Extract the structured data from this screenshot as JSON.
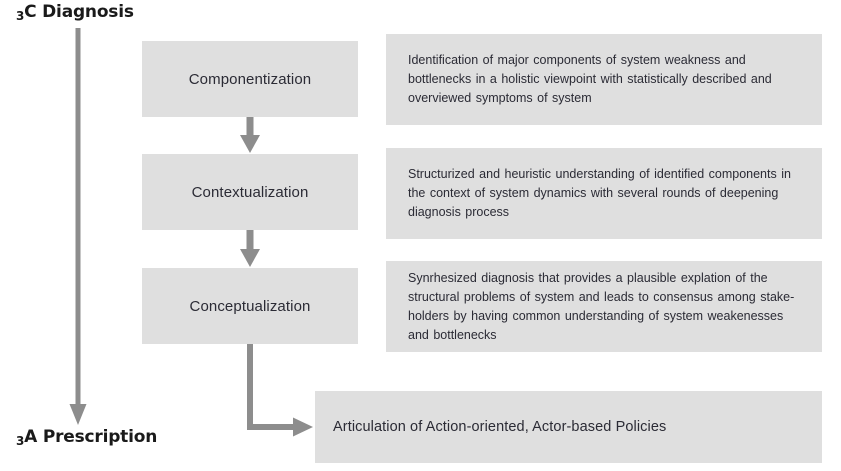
{
  "diagram": {
    "type": "flow-diagram",
    "background_color": "#ffffff",
    "box_fill_color": "#dfdfdf",
    "arrow_color": "#8d8d8d",
    "text_color": "#2b2b35",
    "phases": {
      "top": {
        "prefix": "3",
        "label": "C Diagnosis",
        "full": "3C Diagnosis"
      },
      "bottom": {
        "prefix": "3",
        "label": "A Prescription",
        "full": "3A Prescription"
      }
    },
    "stages": [
      {
        "id": "componentization",
        "title": "Componentization",
        "description": "Identification of major components of system weakness and bottlenecks in a holistic viewpoint with statistically described and overviewed symptoms of system"
      },
      {
        "id": "contextualization",
        "title": "Contextualization",
        "description": "Structurized and heuristic understanding of identified components in the context of system dynamics with several rounds of deepening diagnosis process"
      },
      {
        "id": "conceptualization",
        "title": "Conceptualization",
        "description": "Synrhesized diagnosis that provides a plausible explation of the structural problems of system and leads to consensus among stake-holders by having common understanding of system weakenesses and bottlenecks"
      }
    ],
    "outcome": {
      "id": "policy-articulation",
      "label": "Articulation of Action-oriented, Actor-based Policies"
    },
    "connectors": [
      {
        "id": "phase-spine-arrow",
        "kind": "vertical-arrow",
        "from": "3C Diagnosis",
        "to": "3A Prescription"
      },
      {
        "id": "stage-1-to-2-arrow",
        "kind": "vertical-arrow",
        "from": "Componentization",
        "to": "Contextualization"
      },
      {
        "id": "stage-2-to-3-arrow",
        "kind": "vertical-arrow",
        "from": "Contextualization",
        "to": "Conceptualization"
      },
      {
        "id": "stage-3-to-outcome-arrow",
        "kind": "elbow-arrow",
        "from": "Conceptualization",
        "to": "Articulation of Action-oriented, Actor-based Policies"
      }
    ]
  }
}
